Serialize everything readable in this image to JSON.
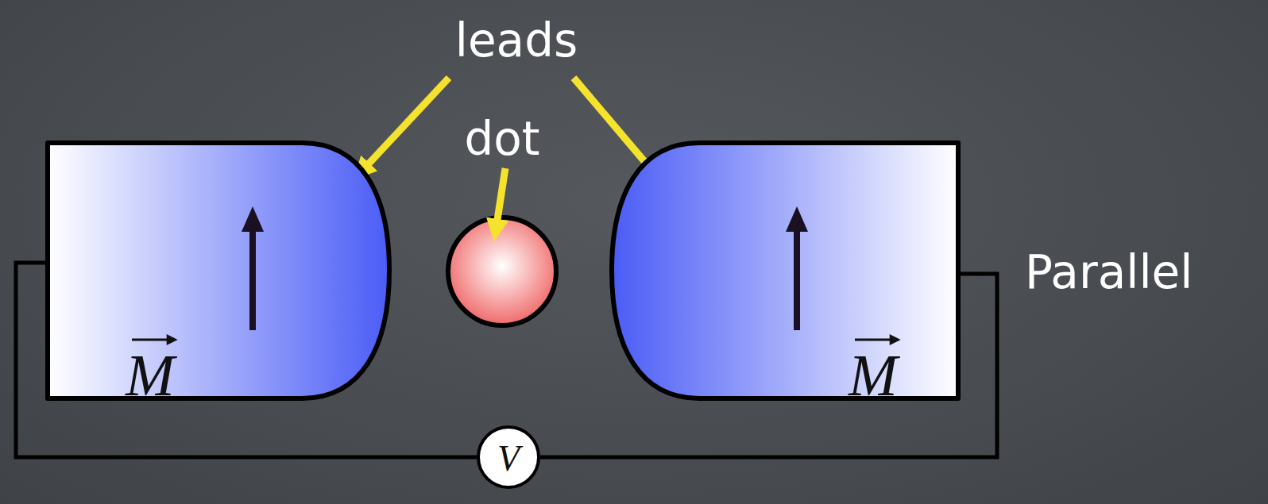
{
  "diagram": {
    "nodes": [
      {
        "text": [
          "M"
        ]
      },
      {
        "text": [
          "M"
        ]
      },
      {
        "text": [
          "V"
        ]
      }
    ],
    "edges": [
      {
        "from": 0,
        "to": 2,
        "arrow": "none"
      },
      {
        "from": 2,
        "to": 1,
        "arrow": "none"
      }
    ],
    "labels": [
      "leads",
      "dot",
      "Parallel"
    ]
  }
}
